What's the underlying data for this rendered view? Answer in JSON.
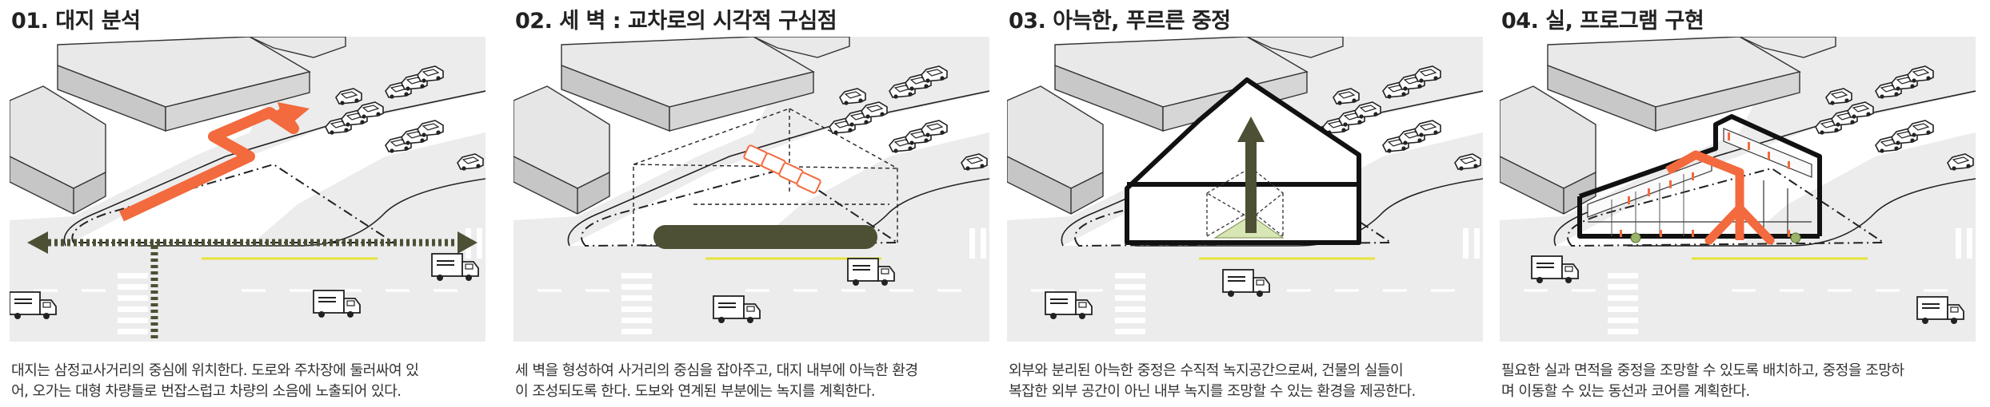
{
  "panels": [
    {
      "title": "01. 대지 분석",
      "caption": [
        "대지는 삼정교사거리의 중심에 위치한다. 도로와 주차장에 둘러싸여 있",
        "어, 오가는 대형 차량들로 번잡스럽고 차량의 소음에 노출되어 있다."
      ]
    },
    {
      "title": "02. 세 벽 : 교차로의 시각적 구심점",
      "caption": [
        "세 벽을 형성하여 사거리의 중심을 잡아주고, 대지 내부에 아늑한 환경",
        "이 조성되도록 한다. 도보와 연계된 부분에는 녹지를 계획한다."
      ]
    },
    {
      "title": "03. 아늑한, 푸르른 중정",
      "caption": [
        "외부와 분리된 아늑한 중정은 수직적 녹지공간으로써, 건물의 실들이",
        "복잡한 외부 공간이 아닌 내부 녹지를 조망할 수 있는 환경을 제공한다."
      ]
    },
    {
      "title": "04. 실, 프로그램 구현",
      "caption": [
        "필요한 실과 면적을 중정을 조망할 수 있도록 배치하고, 중정을 조망하",
        "며 이동할 수 있는 동선과 코어를 계획한다."
      ]
    }
  ],
  "colors": {
    "accent_orange": "#f26a3d",
    "olive": "#4d5035",
    "green_tint": "#d8e6b5",
    "road_grey": "#ededed",
    "building_top": "#e9e9e9",
    "building_side": "#c9c9c9",
    "yellow_line": "#e6e23a"
  }
}
